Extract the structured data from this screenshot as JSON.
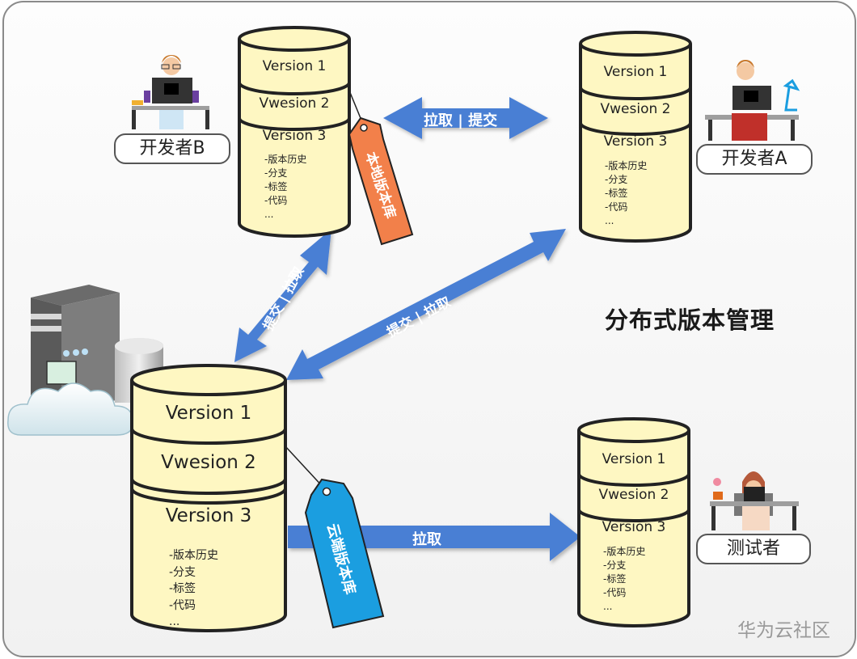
{
  "title": "分布式版本管理",
  "watermark": "华为云社区",
  "colors": {
    "arrow": "#4a7fd4",
    "cylinder_fill": "#fef7c2",
    "local_tag": "#f2804a",
    "cloud_tag": "#1b9ee0"
  },
  "repositories": {
    "local": {
      "tag": "本地版本库",
      "versions": [
        "Version 1",
        "Vwesion 2",
        "Version 3"
      ],
      "contents": [
        "-版本历史",
        "-分支",
        "-标签",
        "-代码",
        "..."
      ]
    },
    "dev_a": {
      "versions": [
        "Version 1",
        "Vwesion 2",
        "Version 3"
      ],
      "contents": [
        "-版本历史",
        "-分支",
        "-标签",
        "-代码",
        "..."
      ]
    },
    "cloud": {
      "tag": "云端版本库",
      "versions": [
        "Version 1",
        "Vwesion 2",
        "Version 3"
      ],
      "contents": [
        "-版本历史",
        "-分支",
        "-标签",
        "-代码",
        "..."
      ]
    },
    "tester": {
      "versions": [
        "Version 1",
        "Vwesion 2",
        "Version 3"
      ],
      "contents": [
        "-版本历史",
        "-分支",
        "-标签",
        "-代码",
        "..."
      ]
    }
  },
  "actors": {
    "dev_b": "开发者B",
    "dev_a": "开发者A",
    "tester": "测试者"
  },
  "arrows": {
    "local_to_dev_a": "拉取 | 提交",
    "cloud_to_local": "提交 | 拉取",
    "cloud_to_dev_a": "提交 | 拉取",
    "cloud_to_tester": "拉取"
  }
}
